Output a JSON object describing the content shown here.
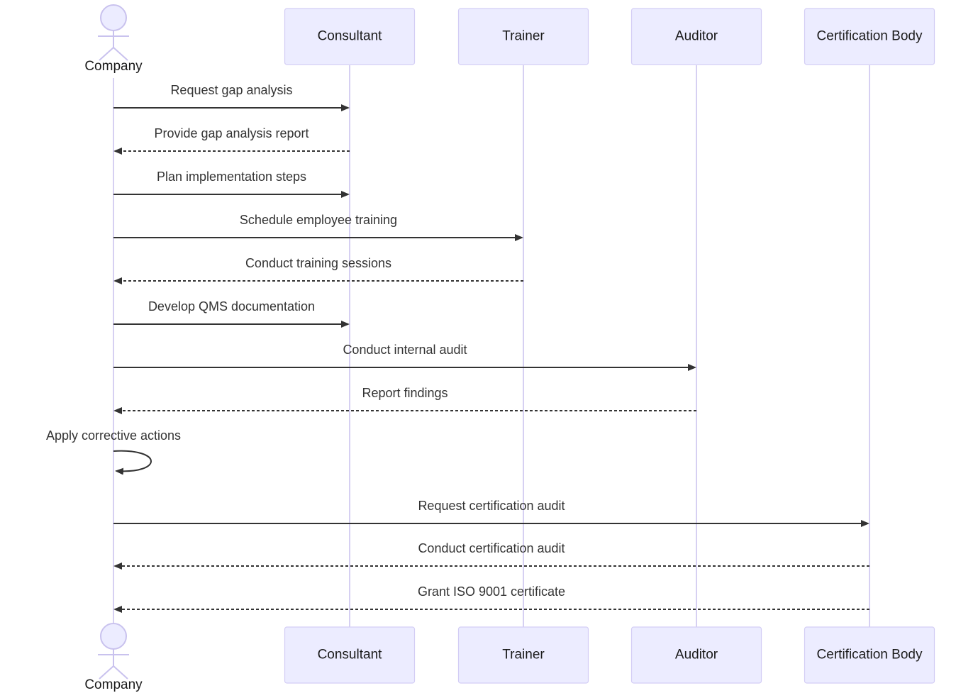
{
  "participants": [
    {
      "id": "company",
      "label": "Company",
      "kind": "actor"
    },
    {
      "id": "consultant",
      "label": "Consultant",
      "kind": "box"
    },
    {
      "id": "trainer",
      "label": "Trainer",
      "kind": "box"
    },
    {
      "id": "auditor",
      "label": "Auditor",
      "kind": "box"
    },
    {
      "id": "certification_body",
      "label": "Certification Body",
      "kind": "box"
    }
  ],
  "messages": [
    {
      "from": "company",
      "to": "consultant",
      "text": "Request gap analysis",
      "style": "solid"
    },
    {
      "from": "consultant",
      "to": "company",
      "text": "Provide gap analysis report",
      "style": "dashed"
    },
    {
      "from": "company",
      "to": "consultant",
      "text": "Plan implementation steps",
      "style": "solid"
    },
    {
      "from": "company",
      "to": "trainer",
      "text": "Schedule employee training",
      "style": "solid"
    },
    {
      "from": "trainer",
      "to": "company",
      "text": "Conduct training sessions",
      "style": "dashed"
    },
    {
      "from": "company",
      "to": "consultant",
      "text": "Develop QMS documentation",
      "style": "solid"
    },
    {
      "from": "company",
      "to": "auditor",
      "text": "Conduct internal audit",
      "style": "solid"
    },
    {
      "from": "auditor",
      "to": "company",
      "text": "Report findings",
      "style": "dashed"
    },
    {
      "from": "company",
      "to": "company",
      "text": "Apply corrective actions",
      "style": "solid"
    },
    {
      "from": "company",
      "to": "certification_body",
      "text": "Request certification audit",
      "style": "solid"
    },
    {
      "from": "certification_body",
      "to": "company",
      "text": "Conduct certification audit",
      "style": "dashed"
    },
    {
      "from": "certification_body",
      "to": "company",
      "text": "Grant ISO 9001 certificate",
      "style": "dashed"
    }
  ],
  "colors": {
    "actor_fill": "#ececff",
    "actor_border": "#d3cdf5",
    "lifeline": "#d6d0f2",
    "message": "#333333"
  }
}
